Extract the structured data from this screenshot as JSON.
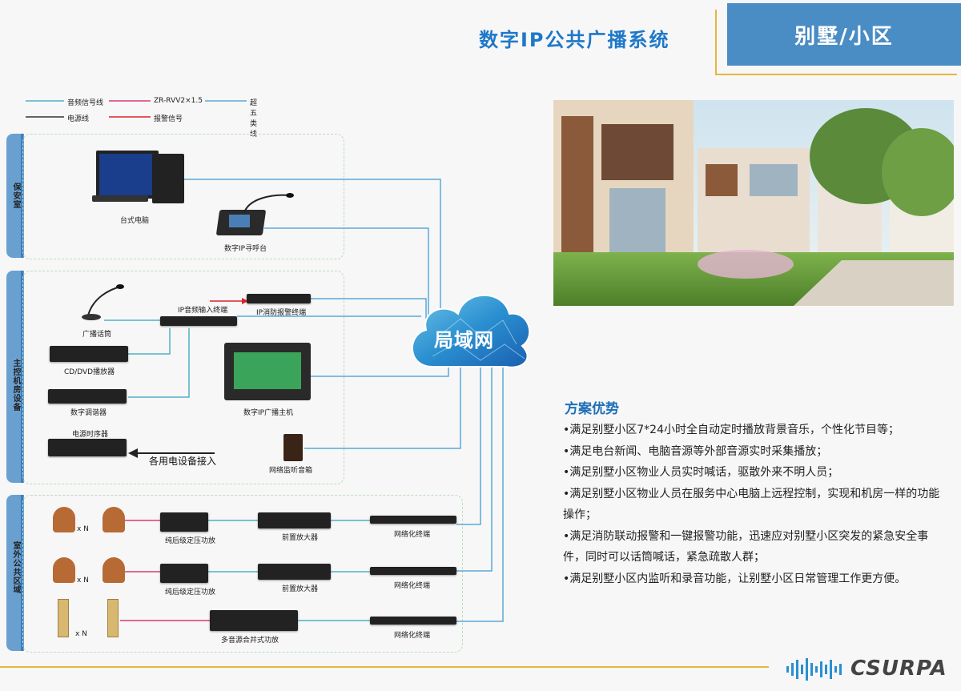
{
  "header": {
    "title": "数字IP公共广播系统",
    "scene": "别墅/小区"
  },
  "legend": [
    {
      "label": "音频信号线",
      "color": "#4fb0c6"
    },
    {
      "label": "ZR-RVV2×1.5",
      "color": "#d83a7a"
    },
    {
      "label": "超五类线",
      "color": "#5aa9d8"
    },
    {
      "label": "电源线",
      "color": "#333333"
    },
    {
      "label": "报警信号",
      "color": "#e0202a"
    }
  ],
  "sections": {
    "security": "保安室",
    "machine_room": "主控机房设备",
    "outdoor": "室外公共区域"
  },
  "network": {
    "label": "局域网"
  },
  "devices": {
    "desktop_pc": "台式电脑",
    "paging_console": "数字IP寻呼台",
    "mic": "广播话筒",
    "ip_audio_input": "IP音频输入终端",
    "fire_alarm_terminal": "IP消防报警终端",
    "cd_player": "CD/DVD播放器",
    "tuner": "数字调谐器",
    "ip_host": "数字IP广播主机",
    "power_sequencer": "电源时序器",
    "power_note": "各用电设备接入",
    "monitor_speaker": "网络监听音箱",
    "amp1": "纯后级定压功放",
    "preamp1": "前置放大器",
    "net_terminal1": "网络化终端",
    "amp2": "纯后级定压功放",
    "preamp2": "前置放大器",
    "net_terminal2": "网络化终端",
    "mixer_amp": "多音源合并式功放",
    "net_terminal3": "网络化终端",
    "xn": "x N"
  },
  "advantages": {
    "title": "方案优势",
    "items": [
      "•满足别墅小区7*24小时全自动定时播放背景音乐，个性化节目等；",
      "•满足电台新闻、电脑音源等外部音源实时采集播放；",
      "•满足别墅小区物业人员实时喊话，驱散外来不明人员；",
      "•满足别墅小区物业人员在服务中心电脑上远程控制，实现和机房一样的功能操作；",
      "•满足消防联动报警和一键报警功能，迅速应对别墅小区突发的紧急安全事件，同时可以话筒喊话，紧急疏散人群；",
      "•满足别墅小区内监听和录音功能，让别墅小区日常管理工作更方便。"
    ]
  },
  "brand": {
    "logo": "CSURPA"
  }
}
